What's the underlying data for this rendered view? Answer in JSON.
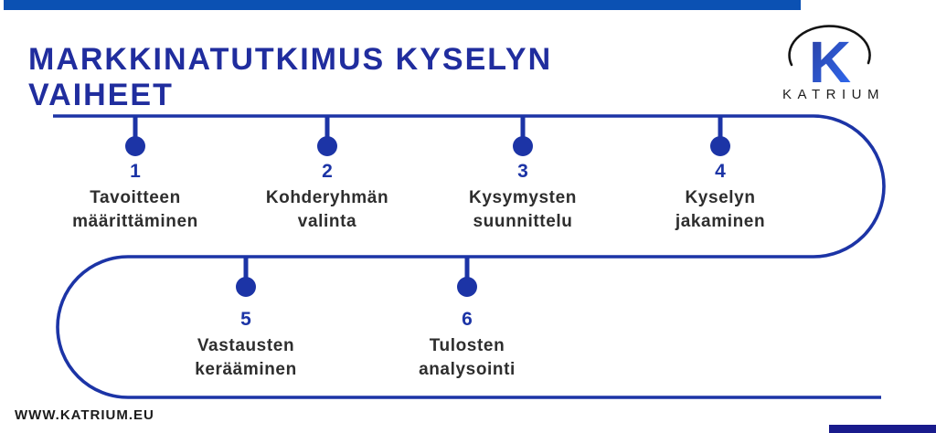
{
  "page": {
    "title_line1": "MARKKINATUTKIMUS KYSELYN",
    "title_line2": "VAIHEET",
    "footer_url": "WWW.KATRIUM.EU"
  },
  "logo": {
    "letter": "K",
    "brand": "KATRIUM"
  },
  "colors": {
    "top_bar": "#0b51b3",
    "bottom_bar": "#191b8c",
    "timeline_blue": "#1c34a6",
    "title_blue": "#202d9e",
    "label_dark": "#2e2e2e",
    "logo_gradient_start": "#2b3fa0",
    "logo_gradient_end": "#2f6bf4"
  },
  "steps": [
    {
      "number": "1",
      "label_line1": "Tavoitteen",
      "label_line2": "määrittäminen"
    },
    {
      "number": "2",
      "label_line1": "Kohderyhmän",
      "label_line2": "valinta"
    },
    {
      "number": "3",
      "label_line1": "Kysymysten",
      "label_line2": "suunnittelu"
    },
    {
      "number": "4",
      "label_line1": "Kyselyn",
      "label_line2": "jakaminen"
    },
    {
      "number": "5",
      "label_line1": "Vastausten",
      "label_line2": "kerääminen"
    },
    {
      "number": "6",
      "label_line1": "Tulosten",
      "label_line2": "analysointi"
    }
  ]
}
